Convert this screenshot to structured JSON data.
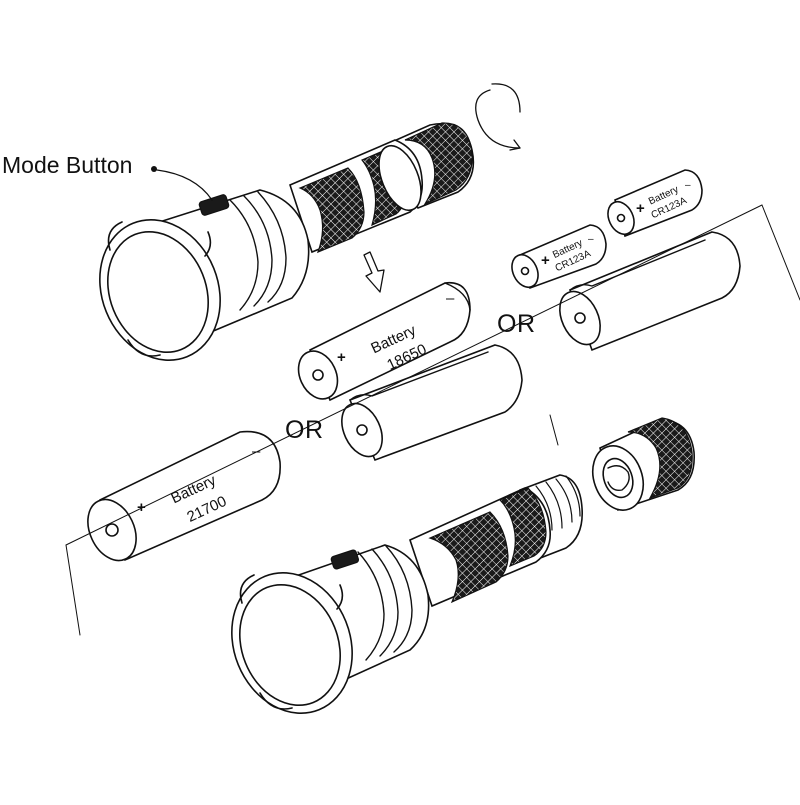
{
  "labels": {
    "mode_button": "Mode Button",
    "or_1": "OR",
    "or_2": "OR"
  },
  "batteries": {
    "b21700": {
      "line1": "Battery",
      "line2": "21700",
      "plus": "+",
      "minus": "–"
    },
    "b18650": {
      "line1": "Battery",
      "line2": "18650",
      "plus": "+",
      "minus": "–"
    },
    "cr123a_1": {
      "line1": "Battery",
      "line2": "CR123A",
      "plus": "+",
      "minus": "–"
    },
    "cr123a_2": {
      "line1": "Battery",
      "line2": "CR123A",
      "plus": "+",
      "minus": "–"
    }
  },
  "colors": {
    "ink": "#111111",
    "knurl": "#1a1a1a",
    "background": "#ffffff"
  }
}
